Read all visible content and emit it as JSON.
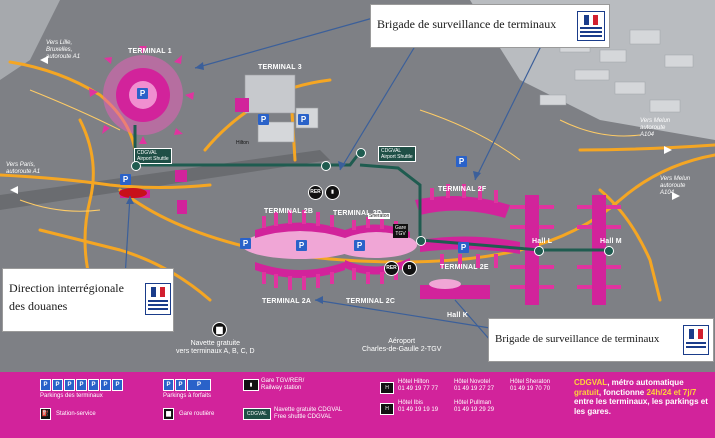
{
  "callouts": {
    "top": "Brigade de surveillance de terminaux",
    "left_line1": "Direction interrégionale",
    "left_line2": "des douanes",
    "bottom": "Brigade de surveillance de terminaux"
  },
  "terminals": {
    "t1": "TERMINAL 1",
    "t3": "TERMINAL 3",
    "t2a": "TERMINAL 2A",
    "t2b": "TERMINAL 2B",
    "t2c": "TERMINAL 2C",
    "t2d": "TERMINAL 2D",
    "t2e": "TERMINAL 2E",
    "t2f": "TERMINAL 2F",
    "hall_k": "Hall K",
    "hall_l": "Hall L",
    "hall_m": "Hall M"
  },
  "roads": {
    "lille_1": "Vers Lille,",
    "lille_2": "Bruxelles,",
    "lille_3": "autoroute A1",
    "paris_1": "Vers Paris,",
    "paris_2": "autoroute A1",
    "melun1_1": "Vers Melun",
    "melun1_2": "autoroute",
    "melun1_3": "A104",
    "melun2_1": "Vers Melun",
    "melun2_2": "autoroute",
    "melun2_3": "A104"
  },
  "places": {
    "gare_1": "Gare",
    "gare_2": "TGV",
    "sheraton": "Sheraton",
    "hilton": "Hilton",
    "aeroport_1": "Aéroport",
    "aeroport_2": "Charles-de-Gaulle 2-TGV",
    "navette_1": "Navette gratuite",
    "navette_2": "vers terminaux A, B, C, D",
    "cdgval_tag_1": "CDGVAL",
    "cdgval_tag_2": "Airport Shuttle",
    "p_label": "P"
  },
  "legend": {
    "parkings_term": "Parkings des terminaux",
    "parkings_forfaits": "Parkings à forfaits",
    "station_service": "Station-service",
    "gare_routiere": "Gare routière",
    "gare_tgv_1": "Gare TGV/RER/",
    "gare_tgv_2": "Railway station",
    "navette_cdgval_1": "Navette gratuite CDGVAL",
    "navette_cdgval_2": "Free shuttle CDGVAL",
    "hotels": [
      {
        "name": "Hôtel Hilton",
        "phone": "01 49 19 77 77"
      },
      {
        "name": "Hôtel Novotel",
        "phone": "01 49 19 27 27"
      },
      {
        "name": "Hôtel Sheraton",
        "phone": "01 49 19 70 70"
      },
      {
        "name": "Hôtel Ibis",
        "phone": "01 49 19 19 19"
      },
      {
        "name": "Hôtel Pullman",
        "phone": "01 49 19 29 29"
      }
    ],
    "cdgval_a": "CDGVAL",
    "cdgval_b": ", métro automatique",
    "cdgval_c": "gratuit",
    "cdgval_d": ", fonctionne",
    "cdgval_e": "24h/24",
    "cdgval_f": "et 7j/7",
    "cdgval_g": "entre les terminaux,",
    "cdgval_h": "les parkings et les gares."
  },
  "colors": {
    "terminal_pink": "#d2239b",
    "ground_grey": "#7b7d82",
    "shuttle_green": "#1f5c50",
    "road_orange": "#f5a623",
    "parking_blue": "#2a62c9",
    "callout_line": "#3b5f9a"
  }
}
